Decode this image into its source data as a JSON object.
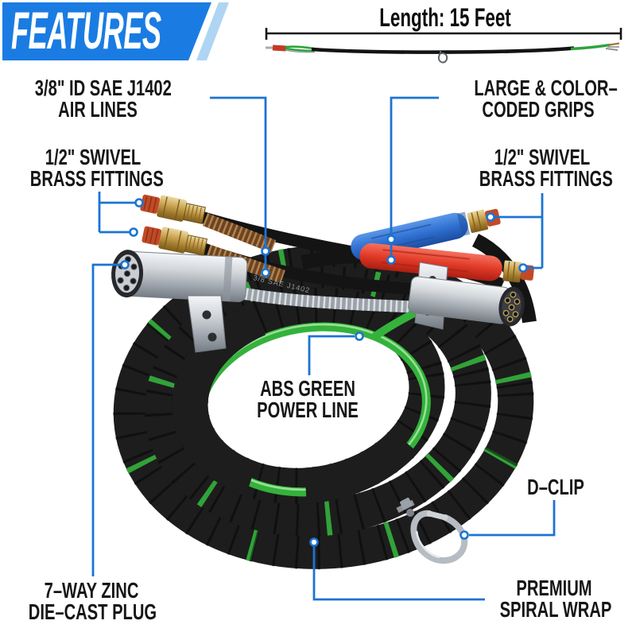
{
  "banner": {
    "title": "FEATURES"
  },
  "length": {
    "label": "Length: 15 Feet"
  },
  "callouts": {
    "air_lines": {
      "line1": "3/8\" ID SAE J1402",
      "line2": "AIR LINES"
    },
    "grips": {
      "line1": "LARGE & COLOR–",
      "line2": "CODED GRIPS"
    },
    "fittings_left": {
      "line1": "1/2\" SWIVEL",
      "line2": "BRASS FITTINGS"
    },
    "fittings_right": {
      "line1": "1/2\" SWIVEL",
      "line2": "BRASS FITTINGS"
    },
    "power_line": {
      "line1": "ABS GREEN",
      "line2": "POWER LINE"
    },
    "d_clip": {
      "line1": "D–CLIP"
    },
    "plug": {
      "line1": "7–WAY ZINC",
      "line2": "DIE–CAST PLUG"
    },
    "spiral_wrap": {
      "line1": "PREMIUM",
      "line2": "SPIRAL WRAP"
    }
  },
  "product": {
    "hose_print": "3/8 SAE J1402"
  },
  "colors": {
    "banner_blue": "#1a7ce2",
    "banner_stripe": "#aed5f3",
    "callout_blue": "#1b74d2",
    "label_color": "#161616",
    "green": "#34b23c",
    "grip_blue": "#2f6fd0",
    "grip_red": "#e23a28",
    "brass": "#c69e4d",
    "tip_red": "#c14a26",
    "coil_black": "#1d1d1d",
    "chrome_silver": "#c9ced3"
  }
}
